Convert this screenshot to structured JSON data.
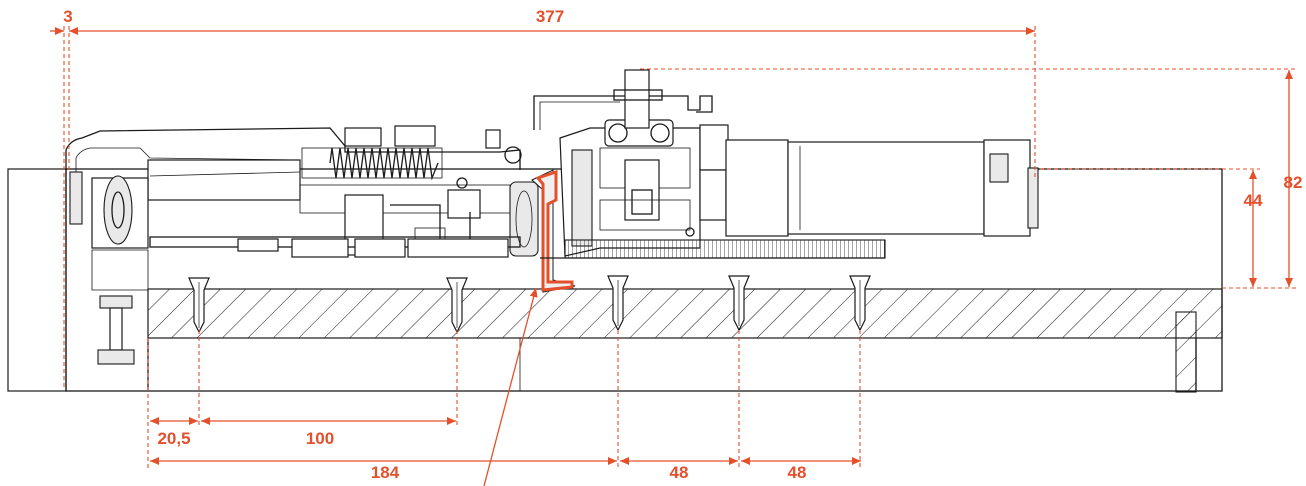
{
  "colors": {
    "accent": "#e4502b",
    "line": "#1a1a1a"
  },
  "dimensions": {
    "gap_left": "3",
    "overall_length": "377",
    "overall_height": "82",
    "profile_height": "44",
    "screw_offset": "20,5",
    "screw_spacing_1": "100",
    "screw_span": "184",
    "screw_spacing_2": "48",
    "screw_spacing_3": "48"
  }
}
